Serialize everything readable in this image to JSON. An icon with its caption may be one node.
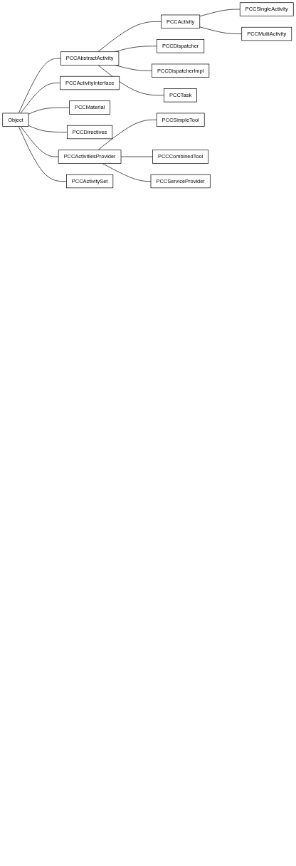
{
  "diagram": {
    "nodes": [
      {
        "text": [
          "Object"
        ]
      },
      {
        "text": [
          "PCCAbstractActivity"
        ]
      },
      {
        "text": [
          "PCCActivity"
        ]
      },
      {
        "text": [
          "PCCSingleActivity"
        ]
      },
      {
        "text": [
          "PCCMultiActivity"
        ]
      },
      {
        "text": [
          "PCCDispatcher"
        ]
      },
      {
        "text": [
          "PCCDispatcherImpl"
        ]
      },
      {
        "text": [
          "PCCTask"
        ]
      },
      {
        "text": [
          "PCCActivityInterface"
        ]
      },
      {
        "text": [
          "PCCMaterial"
        ]
      },
      {
        "text": [
          "PCCDirectives"
        ]
      },
      {
        "text": [
          "PCCActivitiesProvider"
        ]
      },
      {
        "text": [
          "PCCSimpleTool"
        ]
      },
      {
        "text": [
          "PCCCombinedTool"
        ]
      },
      {
        "text": [
          "PCCServiceProvider"
        ]
      },
      {
        "text": [
          "PCCActivitySet"
        ]
      }
    ],
    "edges": [
      {
        "from": 0,
        "to": 1,
        "arrow": "none"
      },
      {
        "from": 1,
        "to": 2,
        "arrow": "none"
      },
      {
        "from": 2,
        "to": 3,
        "arrow": "none"
      },
      {
        "from": 2,
        "to": 4,
        "arrow": "none"
      },
      {
        "from": 1,
        "to": 5,
        "arrow": "none"
      },
      {
        "from": 1,
        "to": 6,
        "arrow": "none"
      },
      {
        "from": 1,
        "to": 7,
        "arrow": "none"
      },
      {
        "from": 0,
        "to": 8,
        "arrow": "none"
      },
      {
        "from": 0,
        "to": 9,
        "arrow": "none"
      },
      {
        "from": 0,
        "to": 10,
        "arrow": "none"
      },
      {
        "from": 0,
        "to": 11,
        "arrow": "none"
      },
      {
        "from": 11,
        "to": 12,
        "arrow": "none"
      },
      {
        "from": 11,
        "to": 13,
        "arrow": "none"
      },
      {
        "from": 11,
        "to": 14,
        "arrow": "none"
      },
      {
        "from": 0,
        "to": 15,
        "arrow": "none"
      }
    ]
  }
}
